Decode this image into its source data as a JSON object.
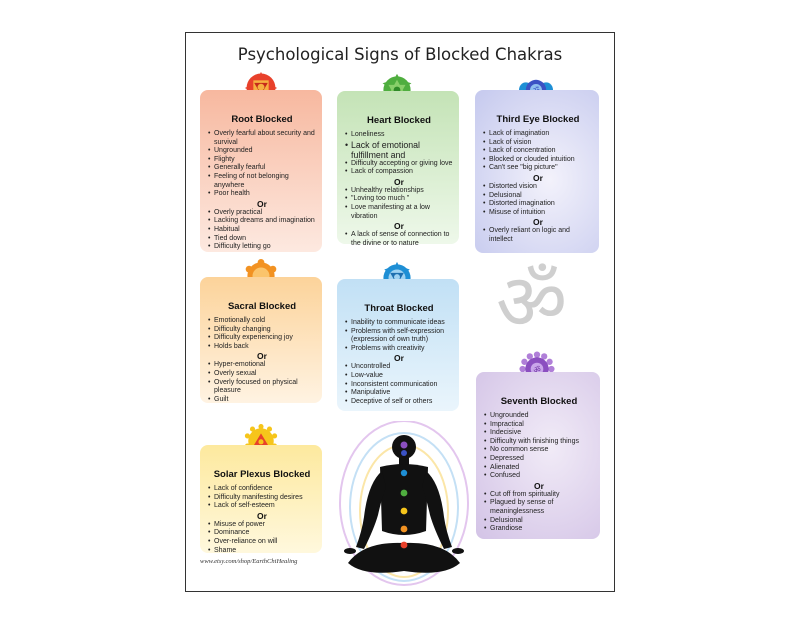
{
  "title": "Psychological Signs of Blocked Chakras",
  "footer": "www.etsy.com/shop/EarthChiHealing",
  "or_label": "Or",
  "om_symbol": "ॐ",
  "colors": {
    "root": "#e8412b",
    "sacral": "#f29222",
    "solar": "#f6c51b",
    "heart": "#4fae3f",
    "throat": "#1e8fd5",
    "third_eye": "#3b52c4",
    "crown": "#8b4fc0"
  },
  "cards": {
    "root": {
      "title": "Root Blocked",
      "items_a": [
        "Overly fearful about security and survival",
        "Ungrounded",
        "Flighty",
        "Generally fearful",
        "Feeling of not belonging anywhere",
        "Poor health"
      ],
      "items_b": [
        "Overly practical",
        "Lacking dreams and imagination",
        "Habitual",
        "Tied down",
        "Difficulty letting go"
      ]
    },
    "heart": {
      "title": "Heart Blocked",
      "items_a": [
        "Loneliness",
        "Lack of emotional fulfillment and",
        "Difficulty accepting or giving love",
        "Lack of compassion"
      ],
      "items_b": [
        "Unhealthy relationships",
        "\"Loving too much \"",
        "Love manifesting at a low vibration"
      ],
      "items_c": [
        "A lack of sense of connection to the divine or to nature"
      ]
    },
    "third_eye": {
      "title": "Third Eye Blocked",
      "items_a": [
        "Lack of imagination",
        "Lack of vision",
        "Lack of concentration",
        "Blocked or clouded intuition",
        "Can't see \"big picture\""
      ],
      "items_b": [
        "Distorted vision",
        "Delusional",
        "Distorted imagination",
        "Misuse of intuition"
      ],
      "items_c": [
        "Overly reliant on logic and intellect"
      ]
    },
    "sacral": {
      "title": "Sacral Blocked",
      "items_a": [
        "Emotionally cold",
        "Difficulty changing",
        "Difficulty experiencing joy",
        "Holds back"
      ],
      "items_b": [
        "Hyper-emotional",
        "Overly sexual",
        "Overly focused on physical pleasure",
        "Guilt"
      ]
    },
    "throat": {
      "title": "Throat Blocked",
      "items_a": [
        "Inability to communicate ideas",
        "Problems with self-expression (expression of own truth)",
        "Problems with creativity"
      ],
      "items_b": [
        "Uncontrolled",
        "Low-value",
        "Inconsistent communication",
        "Manipulative",
        "Deceptive of self or others"
      ]
    },
    "seventh": {
      "title": "Seventh Blocked",
      "items_a": [
        "Ungrounded",
        "Impractical",
        "Indecisive",
        "Difficulty with finishing things",
        "No common sense",
        "Depressed",
        "Alienated",
        "Confused"
      ],
      "items_b": [
        "Cut off from spirituality",
        "Plagued by sense of meaninglessness",
        "Delusional",
        "Grandiose"
      ]
    },
    "solar": {
      "title": "Solar Plexus Blocked",
      "items_a": [
        "Lack of confidence",
        "Difficulty manifesting desires",
        "Lack of self-esteem"
      ],
      "items_b": [
        "Misuse of power",
        "Dominance",
        "Over-reliance on will",
        "Shame"
      ]
    }
  }
}
